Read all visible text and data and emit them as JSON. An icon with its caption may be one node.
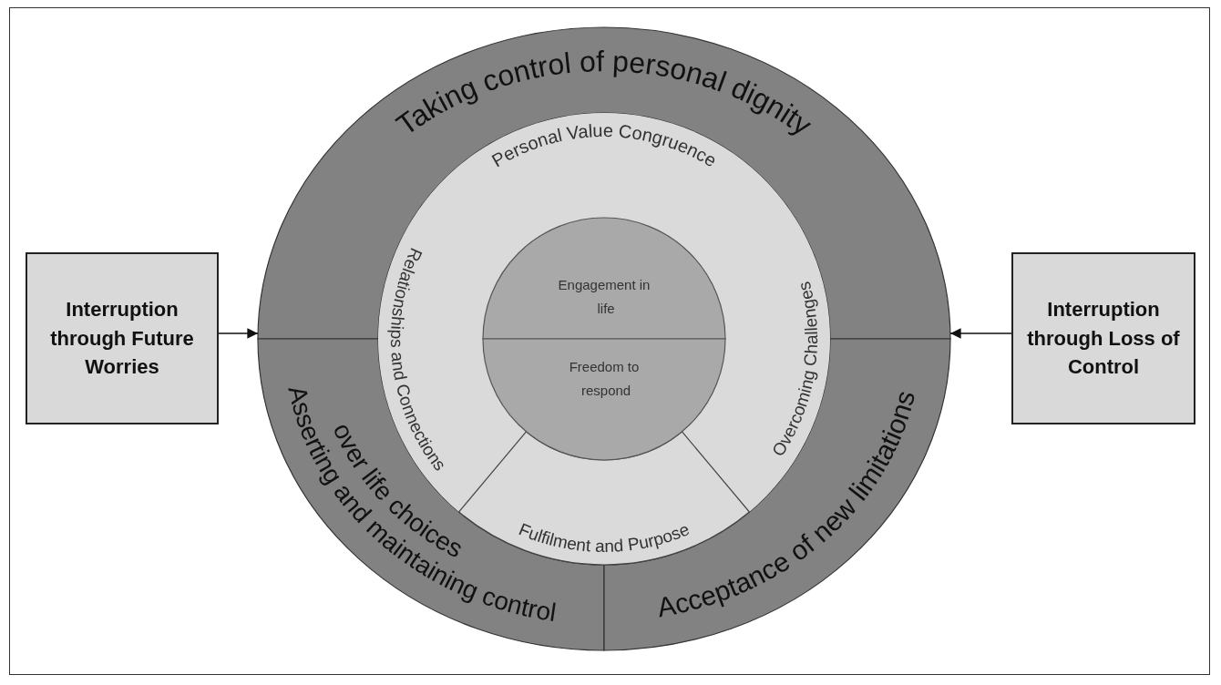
{
  "diagram": {
    "nodes": [
      {
        "text": [
          "Taking control of personal dignity"
        ]
      },
      {
        "text": [
          "Asserting and maintaining control over life choices"
        ]
      },
      {
        "text": [
          "Acceptance of new limitations"
        ]
      },
      {
        "text": [
          "Personal Value Congruence",
          "Relationships and Connections",
          "Overcoming Challenges"
        ]
      },
      {
        "text": [
          "Fulfilment and Purpose"
        ]
      },
      {
        "text": [
          "Engagement in life"
        ]
      },
      {
        "text": [
          "Freedom to respond"
        ]
      },
      {
        "text": [
          "Interruption through Future Worries"
        ]
      },
      {
        "text": [
          "Interruption through Loss of Control"
        ]
      }
    ],
    "edges": [
      {
        "from": 7,
        "to": 0,
        "arrow": "to"
      },
      {
        "from": 8,
        "to": 0,
        "arrow": "to"
      }
    ]
  }
}
